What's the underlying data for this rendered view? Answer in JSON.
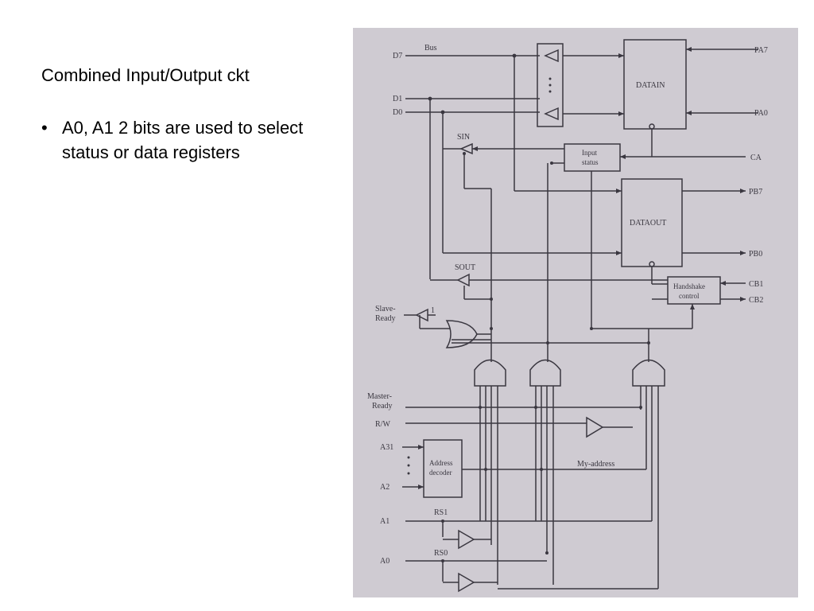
{
  "slide": {
    "title": "Combined Input/Output ckt",
    "bullets": [
      {
        "marker": "•",
        "text": "A0, A1 2 bits are used to select status or data registers"
      }
    ]
  },
  "figure": {
    "labels": {
      "d7": "D7",
      "bus": "Bus",
      "d1": "D1",
      "d0": "D0",
      "sin": "SIN",
      "datain": "DATAIN",
      "pa7": "PA7",
      "pa0": "PA0",
      "input_status_1": "Input",
      "input_status_2": "status",
      "ca": "CA",
      "pb7": "PB7",
      "dataout": "DATAOUT",
      "pb0": "PB0",
      "sout": "SOUT",
      "handshake_1": "Handshake",
      "handshake_2": "control",
      "cb1": "CB1",
      "cb2": "CB2",
      "slave_ready_1": "Slave-",
      "slave_ready_2": "Ready",
      "one": "1",
      "master_ready_1": "Master-",
      "master_ready_2": "Ready",
      "rw": "R/W",
      "a31": "A31",
      "a2": "A2",
      "address_decoder_1": "Address",
      "address_decoder_2": "decoder",
      "my_address": "My-address",
      "rs1": "RS1",
      "a1": "A1",
      "rs0": "RS0",
      "a0": "A0"
    },
    "colors": {
      "paper": "#cfcbd2",
      "ink": "#3a3740"
    }
  }
}
